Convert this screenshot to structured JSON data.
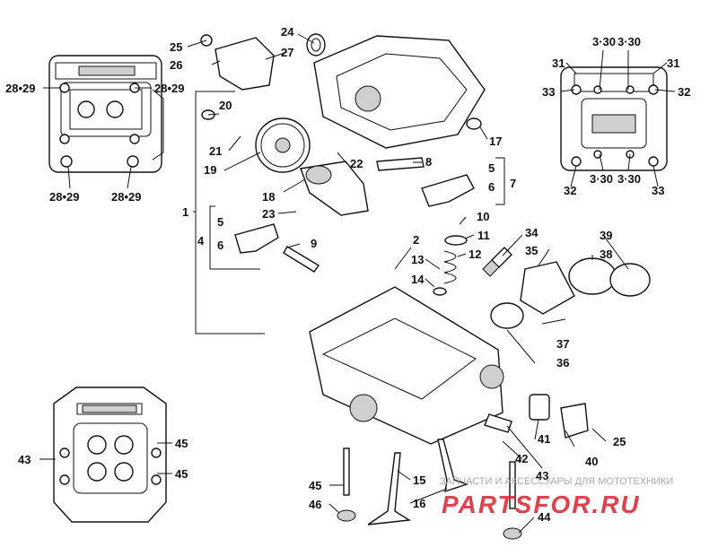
{
  "callouts": {
    "c1": "1",
    "c2": "2",
    "c4": "4",
    "c5a": "5",
    "c5b": "5",
    "c6a": "6",
    "c6b": "6",
    "c7": "7",
    "c8": "8",
    "c9": "9",
    "c10": "10",
    "c11": "11",
    "c12": "12",
    "c13": "13",
    "c14": "14",
    "c15": "15",
    "c16": "16",
    "c17": "17",
    "c18": "18",
    "c19": "19",
    "c20": "20",
    "c21": "21",
    "c22": "22",
    "c23": "23",
    "c24": "24",
    "c25a": "25",
    "c25b": "25",
    "c26": "26",
    "c27": "27",
    "c28a": "28•29",
    "c28b": "28•29",
    "c28c": "28•29",
    "c28d": "28•29",
    "c330a": "3·30",
    "c330b": "3·30",
    "c330c": "3·30",
    "c330d": "3·30",
    "c31a": "31",
    "c31b": "31",
    "c32a": "32",
    "c32b": "32",
    "c33a": "33",
    "c33b": "33",
    "c34": "34",
    "c35": "35",
    "c36": "36",
    "c37": "37",
    "c38": "38",
    "c39": "39",
    "c40": "40",
    "c41": "41",
    "c42": "42",
    "c43a": "43",
    "c43b": "43",
    "c44": "44",
    "c45a": "45",
    "c45b": "45",
    "c45c": "45",
    "c46": "46"
  },
  "watermark": {
    "brand": "PARTSFOR.RU",
    "tagline": "ЗАПЧАСТИ И АКСЕССУАРЫ ДЛЯ МОТОТЕХНИКИ"
  },
  "colors": {
    "ink": "#111111",
    "brand_red": "#d9232f",
    "paper": "#ffffff"
  }
}
